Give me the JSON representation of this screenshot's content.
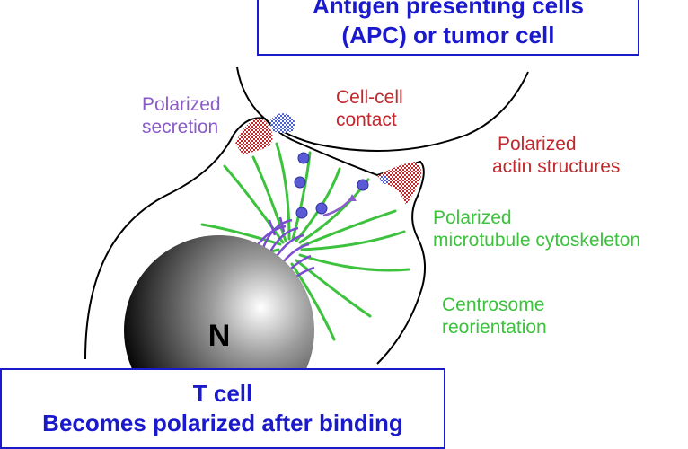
{
  "top_box": {
    "line1": "Antigen presenting cells",
    "line2": "(APC) or tumor cell"
  },
  "bottom_box": {
    "line1": "T cell",
    "line2": "Becomes polarized after binding"
  },
  "labels": {
    "polarized_secretion": [
      "Polarized",
      "secretion"
    ],
    "cell_cell_contact": [
      "Cell-cell",
      "contact"
    ],
    "polarized_actin": [
      "Polarized",
      "actin structures"
    ],
    "polarized_microtubule": [
      "Polarized",
      "microtubule cytoskeleton"
    ],
    "centrosome": [
      "Centrosome",
      "reorientation"
    ],
    "nucleus": "N"
  },
  "colors": {
    "box_border": "#1a1acc",
    "secretion": "#8a5cc9",
    "actin": "#c0282c",
    "microtubule": "#3cc23c"
  }
}
